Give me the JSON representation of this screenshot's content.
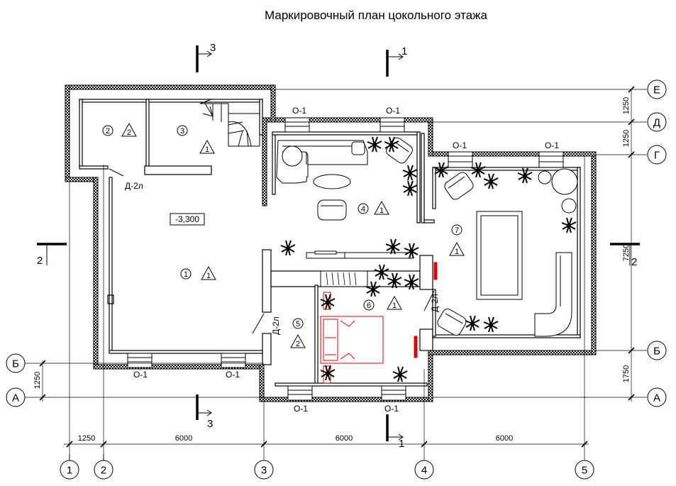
{
  "title": "Маркировочный план цокольного этажа",
  "axes_horizontal": [
    "1",
    "2",
    "3",
    "4",
    "5"
  ],
  "axes_vertical": {
    "E": "Е",
    "D": "Д",
    "G": "Г",
    "B": "Б",
    "A": "А"
  },
  "dimensions_bottom": [
    "1250",
    "6000",
    "6000",
    "6000"
  ],
  "dimensions_right": {
    "e_d": "1250",
    "d_g": "1250",
    "g_b": "7250",
    "b_a": "1750"
  },
  "dimension_left_ab": "1250",
  "level_mark": "-3,300",
  "sections": {
    "s1": "1",
    "s2": "2",
    "s3": "3"
  },
  "windows": "О-1",
  "doors": [
    "Д-2л",
    "Д-2л",
    "Д-2л"
  ],
  "rooms": [
    {
      "number": "1",
      "tag": "1"
    },
    {
      "number": "2",
      "tag": "2"
    },
    {
      "number": "3",
      "tag": "1"
    },
    {
      "number": "4",
      "tag": "1"
    },
    {
      "number": "5",
      "tag": "2"
    },
    {
      "number": "6",
      "tag": "1"
    },
    {
      "number": "7",
      "tag": "1"
    }
  ],
  "colors": {
    "lines": "#000000",
    "highlight": "#e00000",
    "wall_hatch": "#000000"
  }
}
